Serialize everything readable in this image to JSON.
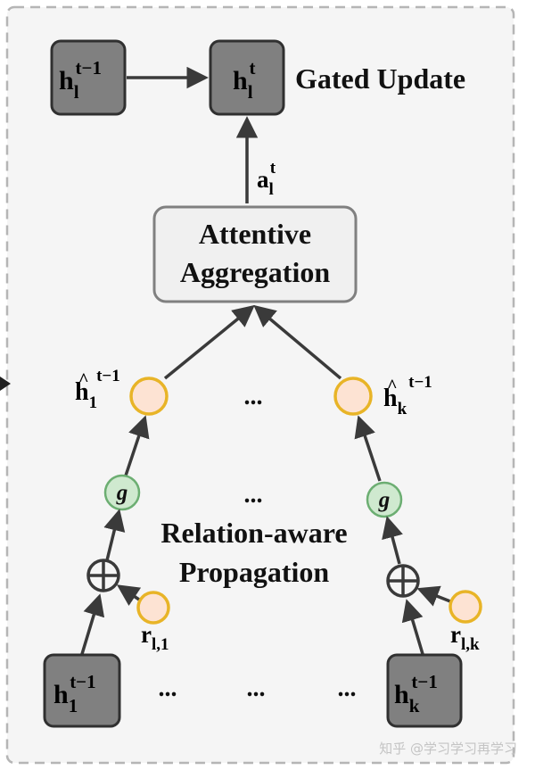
{
  "colors": {
    "frame_bg": "#f5f5f5",
    "frame_border": "#b5b5b5",
    "state_fill": "#808080",
    "state_stroke": "#303030",
    "attention_fill": "#f0f0f0",
    "attention_stroke": "#808080",
    "node_fill": "#fde3d3",
    "node_stroke": "#e8b427",
    "gate_fill": "#cfe9cf",
    "gate_stroke": "#6cae72",
    "arrow": "#3a3a3a"
  },
  "labels": {
    "gated_update": "Gated Update",
    "attentive_line1": "Attentive",
    "attentive_line2": "Aggregation",
    "relation_line1": "Relation-aware",
    "relation_line2": "Propagation",
    "ellipsis": "...",
    "gate_symbol": "g",
    "watermark": "知乎 @学习学习再学习"
  },
  "states": {
    "h": "h",
    "sup_prev": "t−1",
    "sup_cur": "t",
    "sub_l": "l",
    "sub_1": "1",
    "sub_k": "k",
    "a": "a",
    "hat": "^"
  },
  "relations": {
    "r": "r",
    "sub_l1": "l,1",
    "sub_lk": "l,k"
  }
}
